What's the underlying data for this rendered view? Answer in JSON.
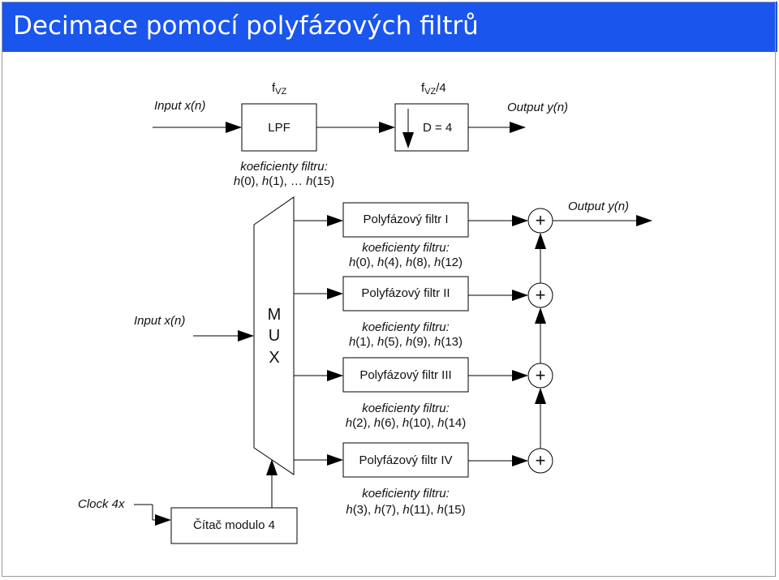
{
  "title": "Decimace pomocí polyfázových filtrů",
  "top": {
    "input_label": "Input x(n)",
    "fvz": "f",
    "fvz_sub": "VZ",
    "fvz4_pre": "f",
    "fvz4_sub": "VZ",
    "fvz4_post": "/4",
    "lpf": "LPF",
    "decim": "D = 4",
    "output_label": "Output y(n)",
    "coef_title": "koeficienty filtru:",
    "coef_h0": "h",
    "coef_h0_arg": "(0), ",
    "coef_h1": "h",
    "coef_h1_arg": "(1), … ",
    "coef_h15": "h",
    "coef_h15_arg": "(15)"
  },
  "bottom": {
    "output_label": "Output y(n)",
    "input_label": "Input x(n)",
    "mux": [
      "M",
      "U",
      "X"
    ],
    "plus": "+",
    "clock_label": "Clock 4x",
    "counter": "Čítač modulo 4",
    "filters": [
      {
        "name": "Polyfázový filtr I",
        "coef_title": "koeficienty filtru:",
        "coefs": "h(0), h(4), h(8), h(12)"
      },
      {
        "name": "Polyfázový filtr II",
        "coef_title": "koeficienty filtru:",
        "coefs": "h(1), h(5), h(9), h(13)"
      },
      {
        "name": "Polyfázový filtr III",
        "coef_title": "koeficienty filtru:",
        "coefs": "h(2), h(6), h(10), h(14)"
      },
      {
        "name": "Polyfázový filtr IV",
        "coef_title": "koeficienty filtru:",
        "coefs": "h(3), h(7), h(11), h(15)"
      }
    ]
  }
}
